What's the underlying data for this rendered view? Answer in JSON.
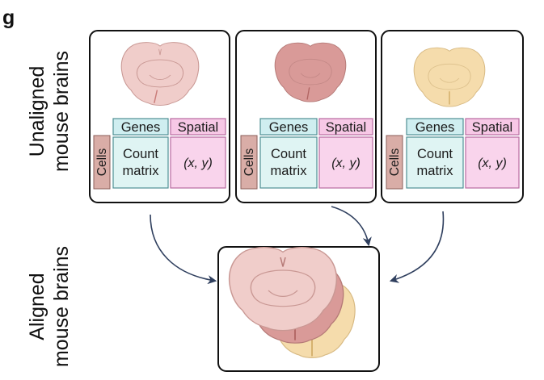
{
  "figure": {
    "panel_letter": "g",
    "row_labels": {
      "unaligned_line1": "Unaligned",
      "unaligned_line2": "mouse brains",
      "aligned_line1": "Aligned",
      "aligned_line2": "mouse brains"
    },
    "slice_labels": {
      "cells": "Cells",
      "genes": "Genes",
      "spatial": "Spatial",
      "count_line1": "Count",
      "count_line2": "matrix",
      "coords": "(x, y)"
    },
    "colors": {
      "slice_1": "#f0cdca",
      "slice_2": "#d99a98",
      "slice_3": "#f5dcac",
      "cells_box": "#d9ada7",
      "genes_box": "#cfeef0",
      "spatial_box": "#f7c8e6",
      "arrow": "#2f3f5e"
    }
  }
}
